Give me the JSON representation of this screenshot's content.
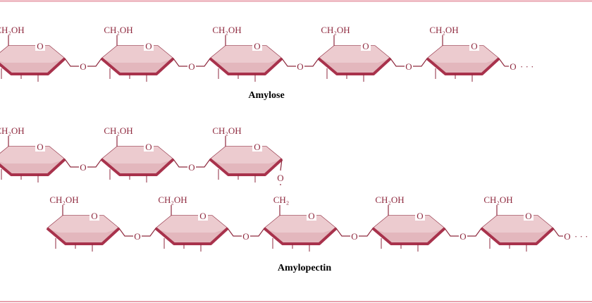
{
  "colors": {
    "frame": "#e8a0ad",
    "ring_fill": "#e3b7bd",
    "ring_face": "#eccbcf",
    "ring_stroke": "#8f2a3f",
    "ring_bold": "#a8324c",
    "text": "#8f2a3f"
  },
  "labels": {
    "ch2oh": "CH₂OH",
    "ch2": "CH₂",
    "ring_oxygen": "O",
    "linkage_oxygen": "O",
    "ellipsis": "· · ·"
  },
  "amylose": {
    "title": "Amylose",
    "units": 5
  },
  "amylopectin": {
    "title": "Amylopectin",
    "branch_units": 3,
    "main_units": 5,
    "branch_point_unit": 3
  }
}
